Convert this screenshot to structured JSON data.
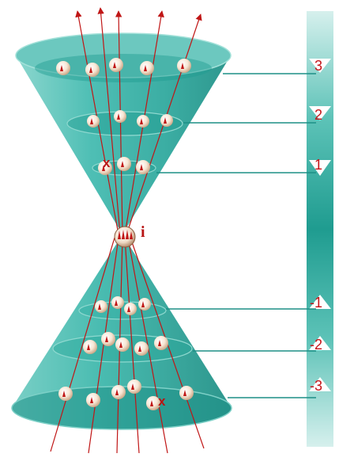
{
  "diagram": {
    "origin_label": "i",
    "x_marks": [
      "x",
      "x"
    ],
    "scale_levels": [
      {
        "level": 3,
        "label": "3"
      },
      {
        "level": 2,
        "label": "2"
      },
      {
        "level": 1,
        "label": "1"
      },
      {
        "level": -1,
        "label": "-1"
      },
      {
        "level": -2,
        "label": "-2"
      },
      {
        "level": -3,
        "label": "-3"
      }
    ],
    "colors": {
      "cone": "#3fb9ae",
      "cone_dark": "#1d8f86",
      "bar": "#2ea699",
      "ball": "#f6e7d6",
      "arrow": "#c01616",
      "label": "#c41418"
    }
  }
}
